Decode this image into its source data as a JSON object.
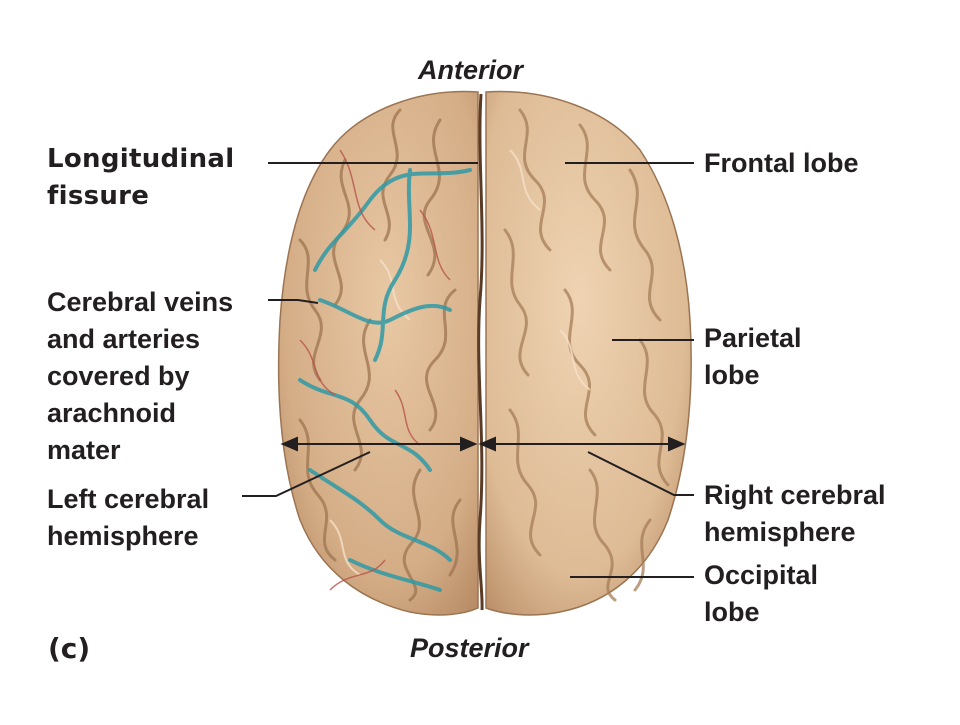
{
  "figure": {
    "top_label": "Anterior",
    "bottom_label": "Posterior",
    "panel_letter": "(c)"
  },
  "labels_left": {
    "longitudinal_fissure": "Longitudinal\nfissure",
    "cerebral_veins": "Cerebral veins\nand arteries\ncovered by\narachnoid\nmater",
    "left_hemisphere": "Left cerebral\nhemisphere"
  },
  "labels_right": {
    "frontal_lobe": "Frontal lobe",
    "parietal_lobe": "Parietal\nlobe",
    "right_hemisphere": "Right cerebral\nhemisphere",
    "occipital_lobe": "Occipital\nlobe"
  },
  "colors": {
    "brain_tissue": "#dcb892",
    "brain_shadow": "#a9805c",
    "gyri_highlight": "#f3dcc0",
    "vessels_blue": "#2f9aa6",
    "vessels_red": "#b5544a",
    "leader_lines": "#231f20"
  }
}
